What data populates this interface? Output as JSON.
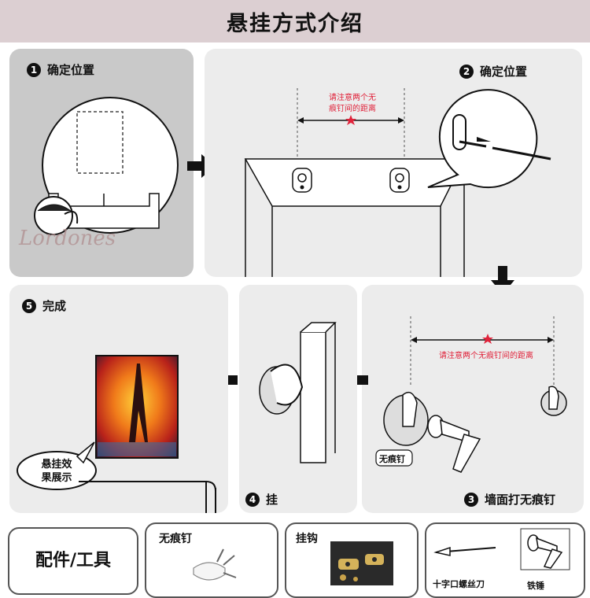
{
  "header": {
    "title": "悬挂方式介绍"
  },
  "steps": {
    "s1": {
      "num": "1",
      "label": "确定位置"
    },
    "s2": {
      "num": "2",
      "label": "确定位置",
      "note": [
        "请注意两个无",
        "痕钉间的距离"
      ]
    },
    "s3": {
      "num": "3",
      "label": "墙面打无痕钉",
      "note": "请注意两个无痕钉间的距离",
      "nail_label": "无痕钉"
    },
    "s4": {
      "num": "4",
      "label": "挂"
    },
    "s5": {
      "num": "5",
      "label": "完成",
      "bubble": [
        "悬挂效",
        "果展示"
      ]
    }
  },
  "watermark": "Lordones",
  "accessories": {
    "title": "配件/工具",
    "items": [
      {
        "label": "无痕钉"
      },
      {
        "label": "挂钩"
      },
      {
        "label": "十字口螺丝刀"
      },
      {
        "label": "铁锤"
      }
    ]
  },
  "colors": {
    "header": "#dccfd2",
    "accent_red": "#e0223a",
    "panel_gray": "#c9c9c9",
    "panel_light": "#ececec"
  }
}
